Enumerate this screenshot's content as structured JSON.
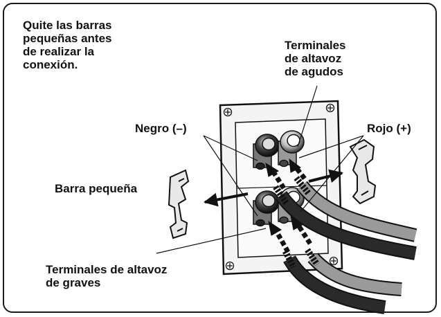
{
  "labels": {
    "instruction": "Quite las barras\npequeñas antes\nde realizar la\nconexión.",
    "tweeter_terminals": "Terminales\nde altavoz\nde agudos",
    "black": "Negro (–)",
    "red": "Rojo (+)",
    "small_bar": "Barra pequeña",
    "woofer_terminals": "Terminales de altavoz\nde graves"
  },
  "colors": {
    "line": "#111111",
    "plate": "#f4f4f4",
    "cable_light": "#9a9a9a",
    "cable_dark": "#2a2a2a"
  }
}
